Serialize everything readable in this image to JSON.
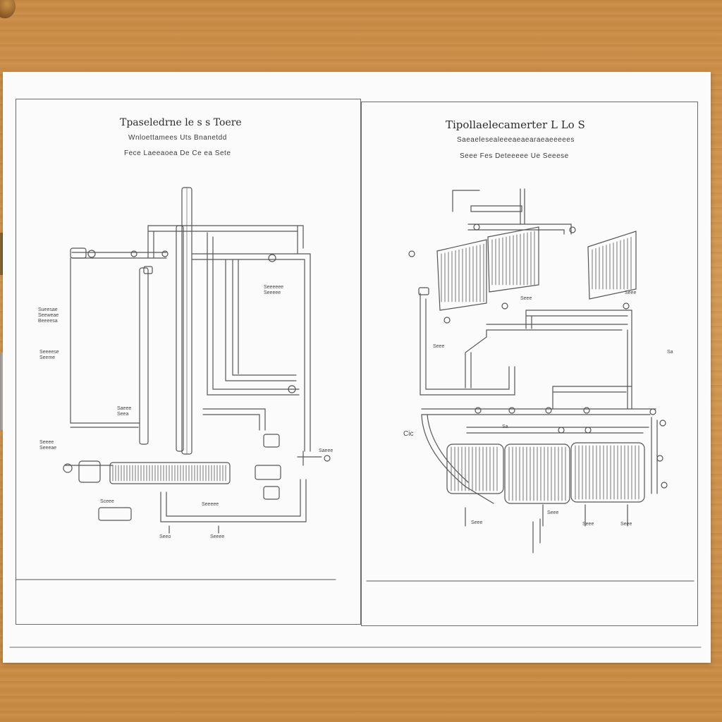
{
  "left_sheet": {
    "title": "Tpaseledrne le s s Toere",
    "subtitle": "Wnloettamees Uts Bnanetdd",
    "note": "Fece  Laeeaoea De Ce ea Sete",
    "labels": {
      "l1": "Sueesae\nSeeweae\nBeeeesa",
      "l2": "Seeeese\nSeeme",
      "l3": "Saeee\nSeea",
      "l4": "Seeee\nSeeeae",
      "l5": "Seeeeee\nSeeeee",
      "l6": "Saeee",
      "l7": "Sceee",
      "l8": "Seeeee",
      "l9": "Seeo",
      "l10": "Seeee"
    }
  },
  "right_sheet": {
    "title": "Tipollaelecamerter L Lo S",
    "subtitle": "Saeaelesealeeeaeaearaeaeeeees",
    "note": "Seee  Fes Deteeeee Ue Seeese",
    "labels": {
      "r1": "Seee",
      "r2": "Sa",
      "r3": "Seee",
      "r4": "Sa",
      "r5": "Seee",
      "r6": "Seee",
      "r7": "Cic",
      "r8": "Seee",
      "r9": "Seee",
      "r10": "Seee"
    }
  }
}
